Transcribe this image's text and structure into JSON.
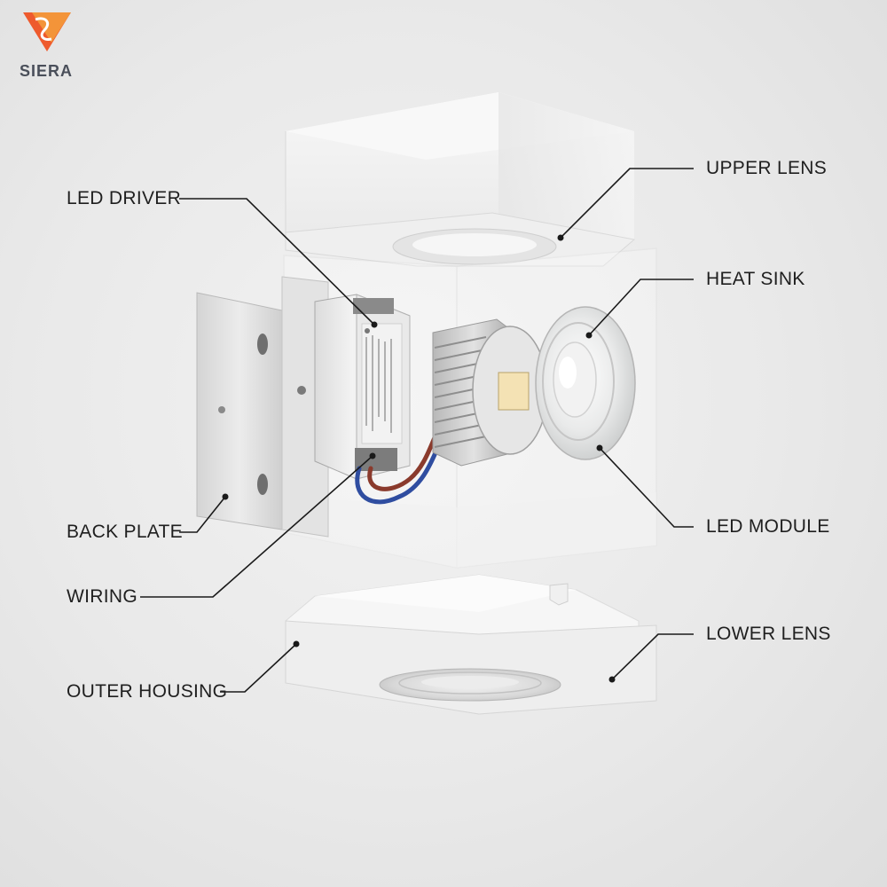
{
  "brand": {
    "logo_text": "SIERA",
    "logo_colors": [
      "#e8522b",
      "#f29a3a"
    ]
  },
  "labels": {
    "upper_lens": "UPPER LENS",
    "led_driver": "LED DRIVER",
    "heat_sink": "HEAT SINK",
    "led_module": "LED MODULE",
    "back_plate": "BACK PLATE",
    "wiring": "WIRING",
    "lower_lens": "LOWER LENS",
    "outer_housing": "OUTER HOUSING"
  }
}
